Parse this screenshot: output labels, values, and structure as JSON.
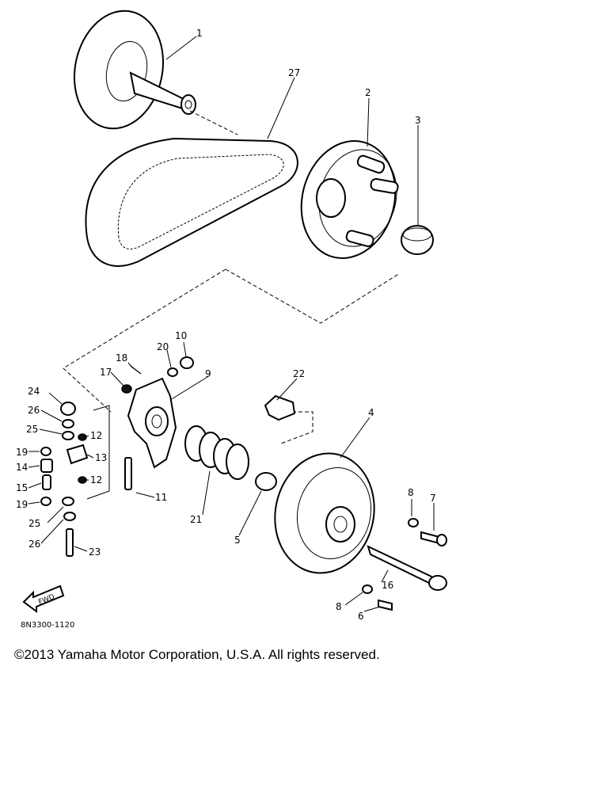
{
  "diagram": {
    "figure_code": "8N3300-1120",
    "fwd_label": "FWD",
    "callouts": [
      "1",
      "27",
      "2",
      "3",
      "10",
      "20",
      "18",
      "17",
      "9",
      "22",
      "24",
      "26",
      "25",
      "19",
      "14",
      "15",
      "19",
      "25",
      "26",
      "12",
      "13",
      "12",
      "11",
      "21",
      "5",
      "4",
      "8",
      "7",
      "16",
      "8",
      "6",
      "23"
    ]
  },
  "footer": {
    "copyright": "©2013 Yamaha Motor Corporation, U.S.A. All rights reserved."
  }
}
